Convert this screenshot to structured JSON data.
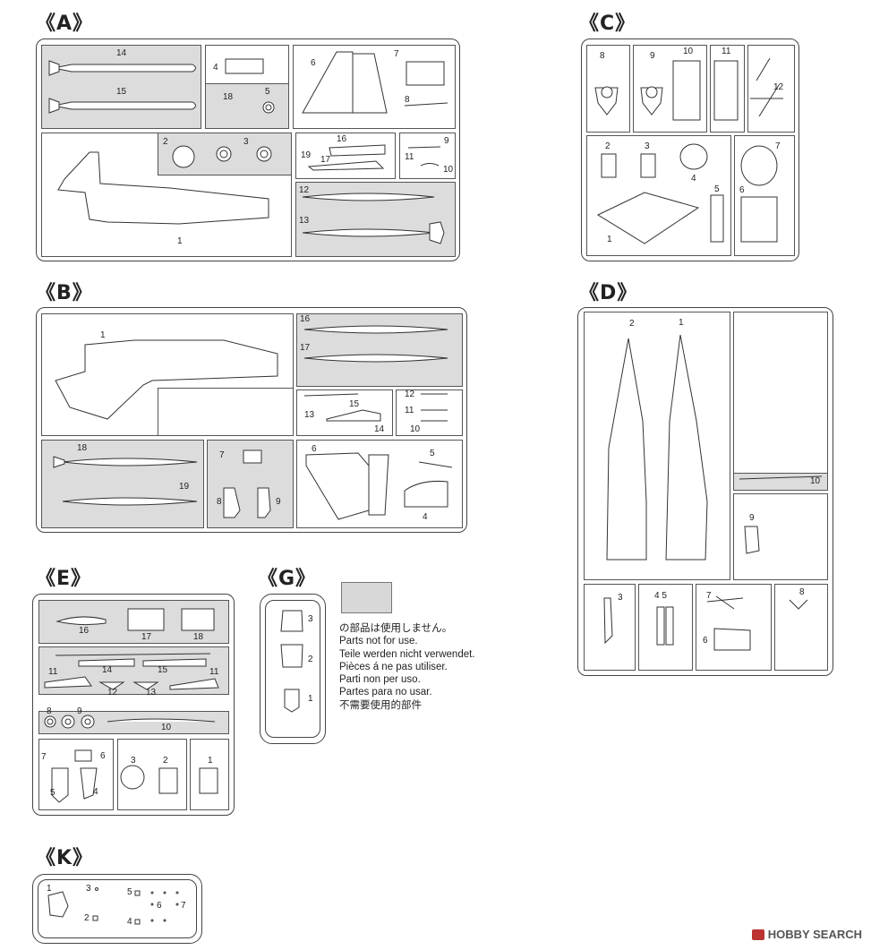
{
  "sections": {
    "A": "《A》",
    "B": "《B》",
    "C": "《C》",
    "D": "《D》",
    "E": "《E》",
    "G": "《G》",
    "K": "《K》"
  },
  "legend": {
    "lines": [
      "の部品は使用しません。",
      "Parts not for use.",
      "Teile werden nicht verwendet.",
      "Pièces á ne pas utiliser.",
      "Parti non per uso.",
      "Partes para no usar.",
      "不需要使用的部件"
    ],
    "swatch_color": "#d8d8d8"
  },
  "watermark": "HOBBY SEARCH",
  "numbers": {
    "A": [
      "14",
      "15",
      "4",
      "18",
      "5",
      "6",
      "7",
      "8",
      "2",
      "3",
      "16",
      "19",
      "17",
      "9",
      "11",
      "10",
      "12",
      "13",
      "1"
    ],
    "B": [
      "1",
      "16",
      "17",
      "15",
      "13",
      "14",
      "12",
      "11",
      "10",
      "18",
      "19",
      "7",
      "8",
      "9",
      "6",
      "5",
      "4"
    ],
    "C": [
      "8",
      "9",
      "10",
      "11",
      "12",
      "2",
      "3",
      "4",
      "7",
      "1",
      "5",
      "6"
    ],
    "D": [
      "2",
      "1",
      "10",
      "9",
      "3",
      "4 5",
      "7",
      "8",
      "6"
    ],
    "E": [
      "16",
      "17",
      "18",
      "14",
      "15",
      "11",
      "11",
      "12",
      "13",
      "8",
      "9",
      "10",
      "7",
      "6",
      "5",
      "4",
      "3",
      "2",
      "1"
    ],
    "G": [
      "3",
      "2",
      "1"
    ],
    "K": [
      "1",
      "3",
      "5",
      "2",
      "4",
      "6",
      "7"
    ]
  }
}
